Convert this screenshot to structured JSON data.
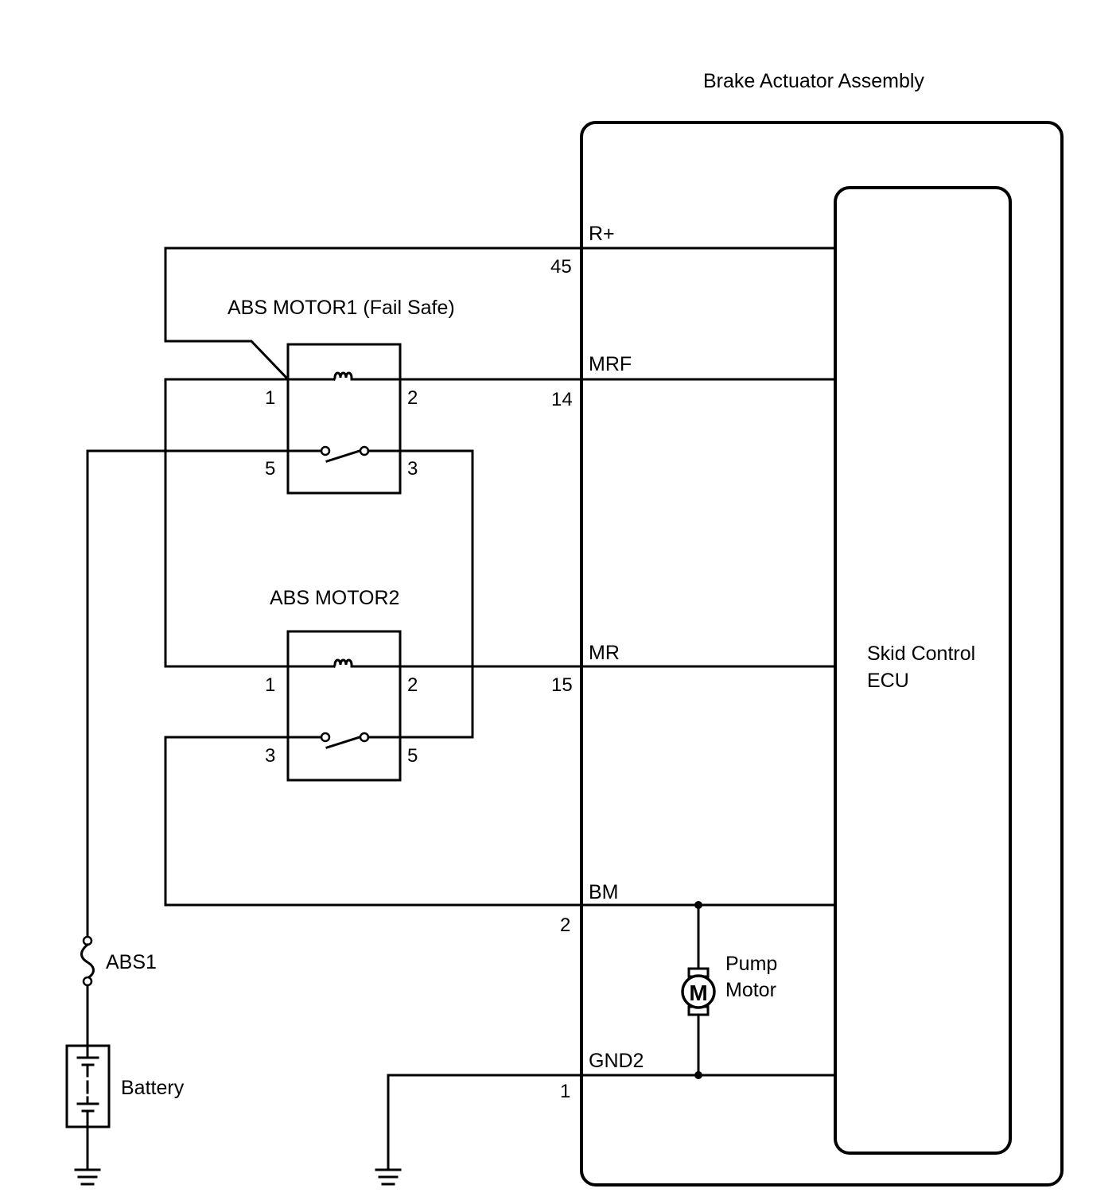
{
  "assembly": {
    "title": "Brake Actuator Assembly"
  },
  "ecu": {
    "line1": "Skid Control",
    "line2": "ECU"
  },
  "signals": [
    {
      "name": "R+",
      "pin": "45"
    },
    {
      "name": "MRF",
      "pin": "14"
    },
    {
      "name": "MR",
      "pin": "15"
    },
    {
      "name": "BM",
      "pin": "2"
    },
    {
      "name": "GND2",
      "pin": "1"
    }
  ],
  "relay1": {
    "label": "ABS MOTOR1 (Fail Safe)",
    "pins": [
      "1",
      "2",
      "5",
      "3"
    ]
  },
  "relay2": {
    "label": "ABS MOTOR2",
    "pins": [
      "1",
      "2",
      "3",
      "5"
    ]
  },
  "fuse": {
    "label": "ABS1"
  },
  "battery": {
    "label": "Battery"
  },
  "pump": {
    "line1": "Pump",
    "line2": "Motor",
    "symbol": "M"
  }
}
